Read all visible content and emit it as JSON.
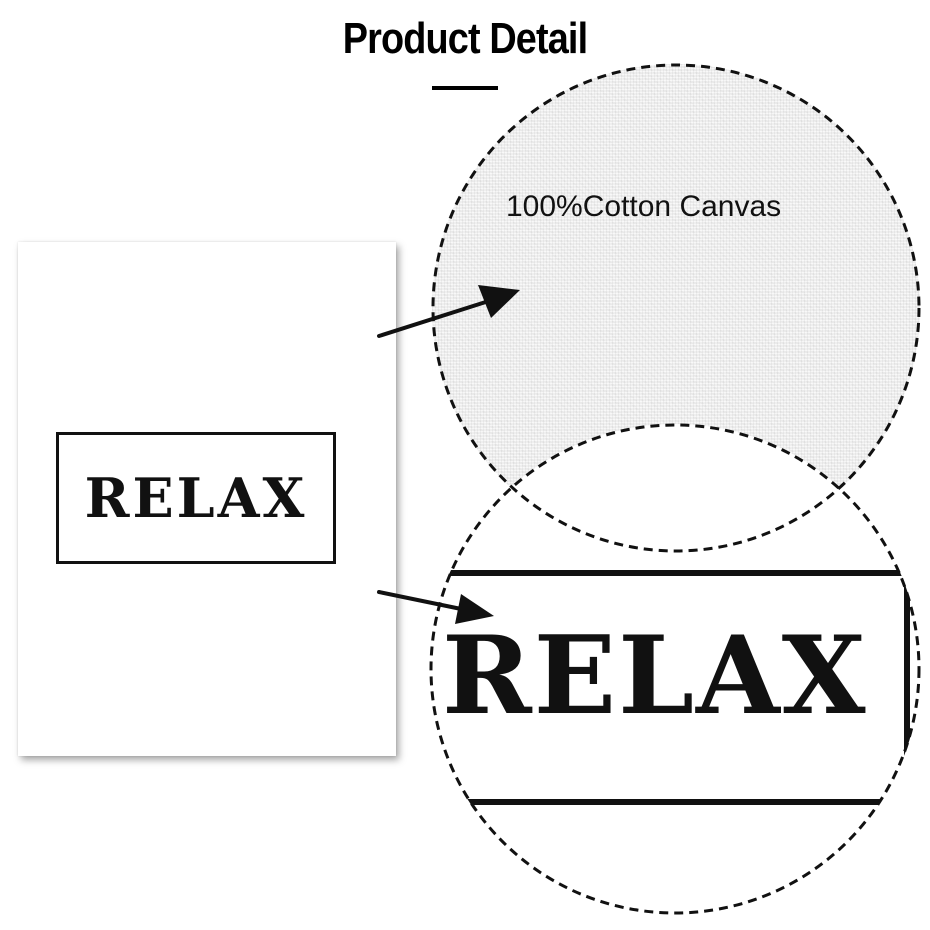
{
  "header": {
    "title": "Product Detail"
  },
  "poster": {
    "text": "RELAX"
  },
  "detail_canvas": {
    "label": "100%Cotton Canvas"
  },
  "detail_print": {
    "text": "RELAX"
  },
  "icons": {
    "arrow_top": "arrow-right-icon",
    "arrow_bottom": "arrow-right-icon"
  },
  "colors": {
    "ink": "#111111",
    "canvas": "#efefef",
    "background": "#ffffff"
  }
}
